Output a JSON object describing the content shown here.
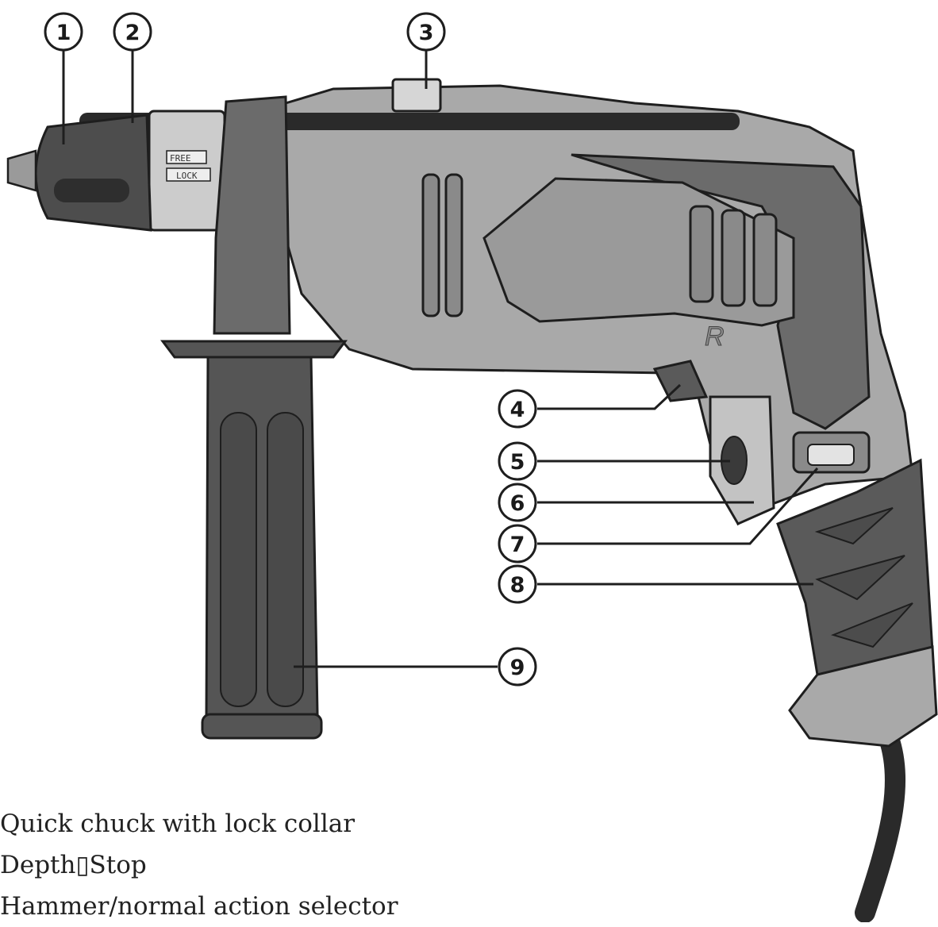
{
  "callouts": [
    "1",
    "2",
    "3",
    "4",
    "5",
    "6",
    "7",
    "8",
    "9"
  ],
  "chuck_markings": {
    "free": "FREE",
    "lock": "LOCK"
  },
  "direction_mark": "R",
  "legend": [
    "Quick chuck with lock collar",
    "Depth▯Stop",
    "Hammer/normal action selector"
  ],
  "colors": {
    "body_light": "#a9a9a9",
    "body_dark": "#6b6b6b",
    "grip_dark": "#5a5a5a",
    "outline": "#1e1e1e"
  }
}
